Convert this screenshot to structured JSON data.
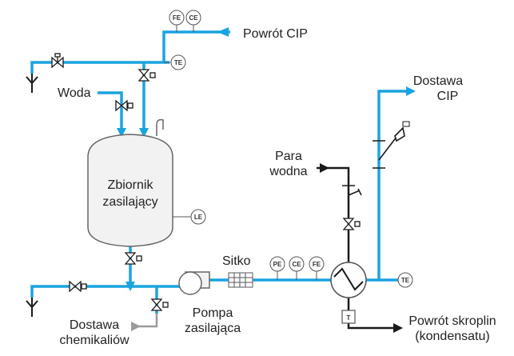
{
  "labels": {
    "powrot_cip": "Powrót CIP",
    "woda": "Woda",
    "tank_line1": "Zbiornik",
    "tank_line2": "zasilający",
    "sitko": "Sitko",
    "dostawa_cip_line1": "Dostawa",
    "dostawa_cip_line2": "CIP",
    "para_line1": "Para",
    "para_line2": "wodna",
    "pompa_line1": "Pompa",
    "pompa_line2": "zasilająca",
    "chem_line1": "Dostawa",
    "chem_line2": "chemikaliów",
    "kond_line1": "Powrót skroplin",
    "kond_line2": "(kondensatu)"
  },
  "instruments": {
    "fe_top": "FE",
    "ce_top": "CE",
    "te_top": "TE",
    "le": "LE",
    "pe_bottom": "PE",
    "ce_bottom": "CE",
    "fe_bottom": "FE",
    "te_right": "TE",
    "trap": "T"
  },
  "colors": {
    "cip_line": "#1aa3e0",
    "steam_line": "#1a1a1a",
    "chemical_line": "#9a9a9a",
    "equipment_outline": "#555555"
  }
}
